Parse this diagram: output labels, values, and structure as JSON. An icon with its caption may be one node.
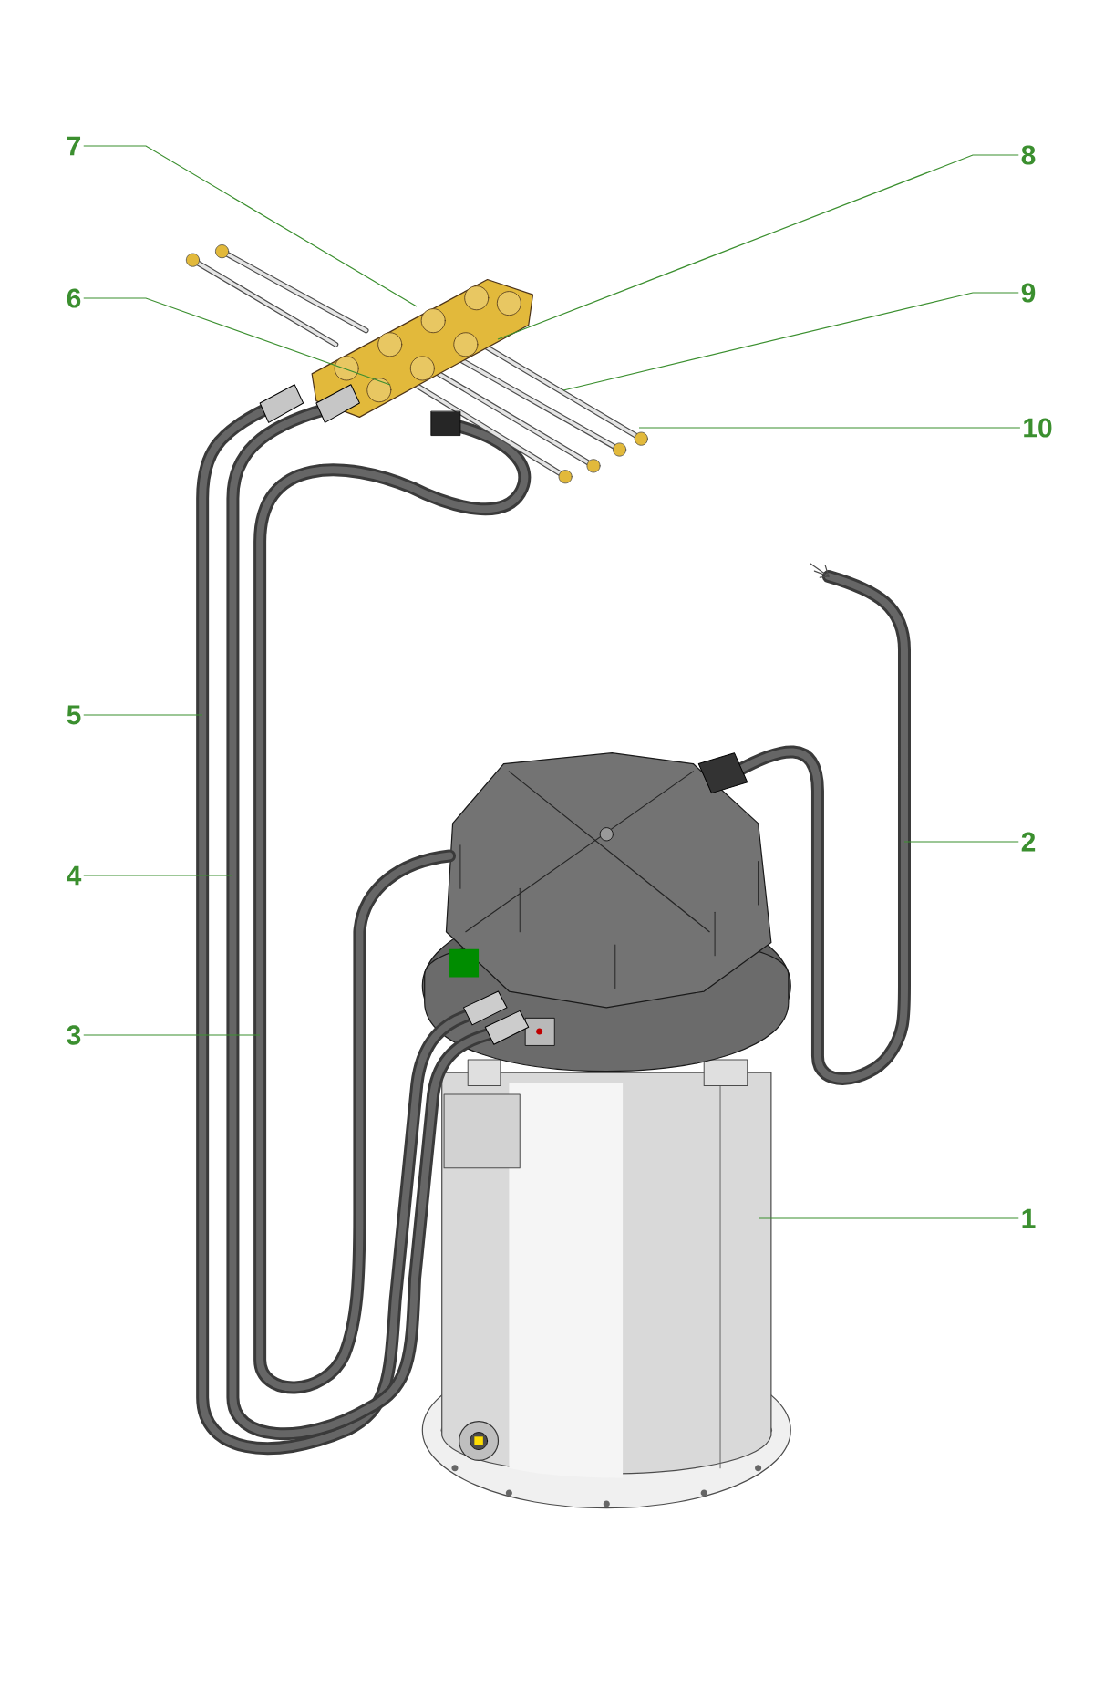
{
  "diagram": {
    "nodes": [
      {
        "text": [
          "7"
        ]
      },
      {
        "text": [
          "8"
        ]
      },
      {
        "text": [
          "6"
        ]
      },
      {
        "text": [
          "9"
        ]
      },
      {
        "text": [
          "10"
        ]
      },
      {
        "text": [
          "5"
        ]
      },
      {
        "text": [
          "2"
        ]
      },
      {
        "text": [
          "4"
        ]
      },
      {
        "text": [
          "3"
        ]
      },
      {
        "text": [
          "1"
        ]
      }
    ],
    "edges": [
      {
        "from": 0,
        "to": null,
        "arrow": "none"
      },
      {
        "from": 1,
        "to": null,
        "arrow": "none"
      },
      {
        "from": 2,
        "to": null,
        "arrow": "none"
      },
      {
        "from": 3,
        "to": null,
        "arrow": "none"
      },
      {
        "from": 4,
        "to": null,
        "arrow": "none"
      },
      {
        "from": 5,
        "to": null,
        "arrow": "none"
      },
      {
        "from": 6,
        "to": null,
        "arrow": "none"
      },
      {
        "from": 7,
        "to": null,
        "arrow": "none"
      },
      {
        "from": 8,
        "to": null,
        "arrow": "none"
      },
      {
        "from": 9,
        "to": null,
        "arrow": "none"
      }
    ]
  }
}
